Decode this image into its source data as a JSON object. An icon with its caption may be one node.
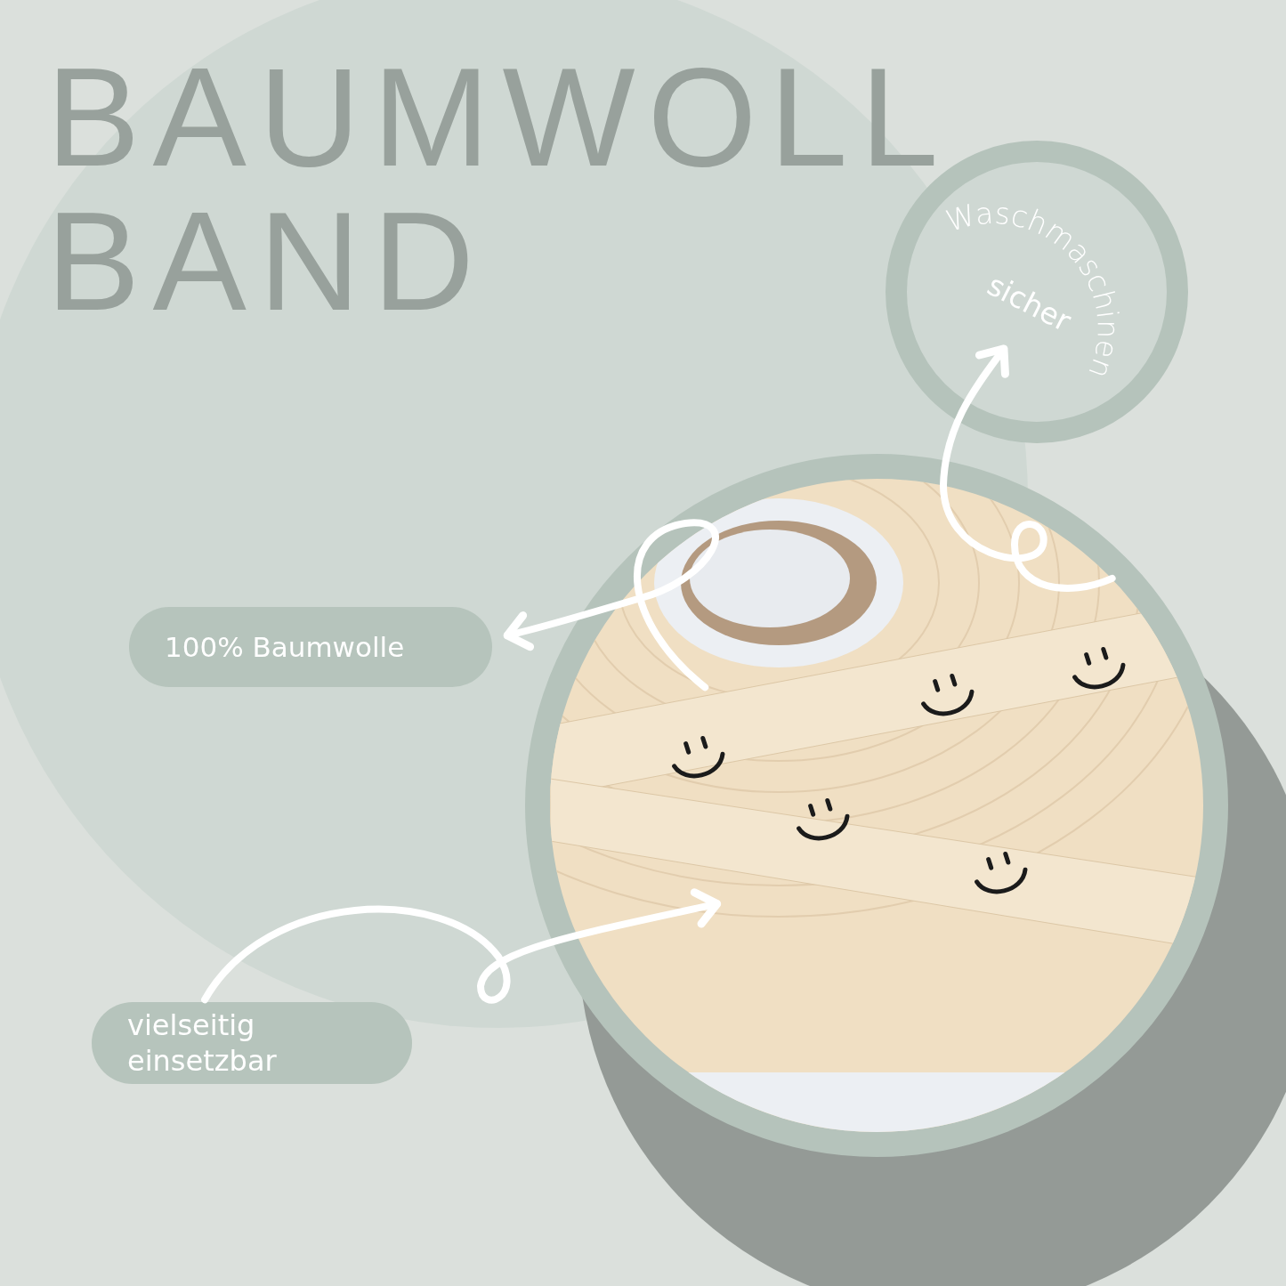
{
  "diagram": {
    "title": "BAUMWOLL BAND",
    "nodes": [
      {
        "text": [
          "100% Baumwolle"
        ]
      },
      {
        "text": [
          "vielseitig einsetzbar"
        ]
      },
      {
        "text": [
          "Waschmaschinen",
          "sicher"
        ]
      },
      {
        "text": [],
        "shape": "picture"
      }
    ],
    "edges": [
      {
        "from": 3,
        "to": 0,
        "arrow": "to"
      },
      {
        "from": 3,
        "to": 2,
        "arrow": "to"
      },
      {
        "from": 1,
        "to": 3,
        "arrow": "to"
      }
    ]
  }
}
